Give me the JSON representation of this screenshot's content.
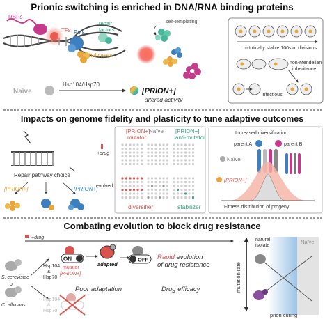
{
  "section1": {
    "title": "Prionic switching is enriched in DNA/RNA binding proteins",
    "rbps": "RBPs",
    "tfs": "TFs",
    "pols": "Pols",
    "repair": "repair",
    "factors": "factors",
    "helicases": "helicases",
    "self_templating": "self-templating",
    "naive": "Naïve",
    "chaperones": "Hsp104/Hsp70",
    "prion": "[PRION+]",
    "altered_activity": "altered activity",
    "mitotic_line1": "mitotically stable 100s of divisions",
    "non_mendelian_1": "non-Mendelian",
    "non_mendelian_2": "inheritance",
    "infectious": "infectious"
  },
  "section2": {
    "title": "Impacts on genome fidelity and plasticity to tune adaptive outcomes",
    "repair_choice": "Repair pathway choice",
    "prion_left": "[PRION+]",
    "prion_right": "[PRION+]",
    "col_mutator_1": "[PRION+]",
    "col_mutator_2": "mutator",
    "col_naive": "Naïve",
    "col_anti_1": "[PRION+]",
    "col_anti_2": "anti-mutator",
    "drug": "+drug",
    "evolved": "evolved",
    "diversifier": "diversifier",
    "stabilizer": "stabilizer",
    "increased_div": "Increased diversification",
    "parent_a": "parent A",
    "parent_b": "parent B",
    "naive_right": "Naïve",
    "prion_dist": "[PRION+]",
    "fitness": "Fitness distribution of progeny"
  },
  "section3": {
    "title": "Combating evolution to block drug resistance",
    "drug": "+drug",
    "s_cerevisiae": "S. cerevisiae",
    "or": "or",
    "c_albicans": "C. albicans",
    "hsp104": "Hsp104",
    "amp": "&",
    "hsp70": "Hsp70",
    "on": "ON",
    "mutator": "mutator",
    "prion_on": "[PRION+]",
    "adapted": "adapted",
    "off": "OFF",
    "rapid": "Rapid",
    "rapid_rest": " evolution",
    "of_drug": "of drug resistance",
    "poor": "Poor adaptation",
    "efficacy": "Drug efficacy",
    "hsp104_b": "Hsp104",
    "amp_b": "&",
    "hsp70_b": "Hsp70",
    "mutation_rate": "mutation rate",
    "natural": "natural",
    "isolate": "isolate",
    "naive": "Naïve",
    "prion_curing": "prion curing"
  },
  "colors": {
    "accent_red": "#d9534f",
    "accent_blue": "#3d8fc7",
    "accent_orange": "#e8a53a",
    "magenta": "#c63a8c",
    "teal": "#49b79a"
  }
}
